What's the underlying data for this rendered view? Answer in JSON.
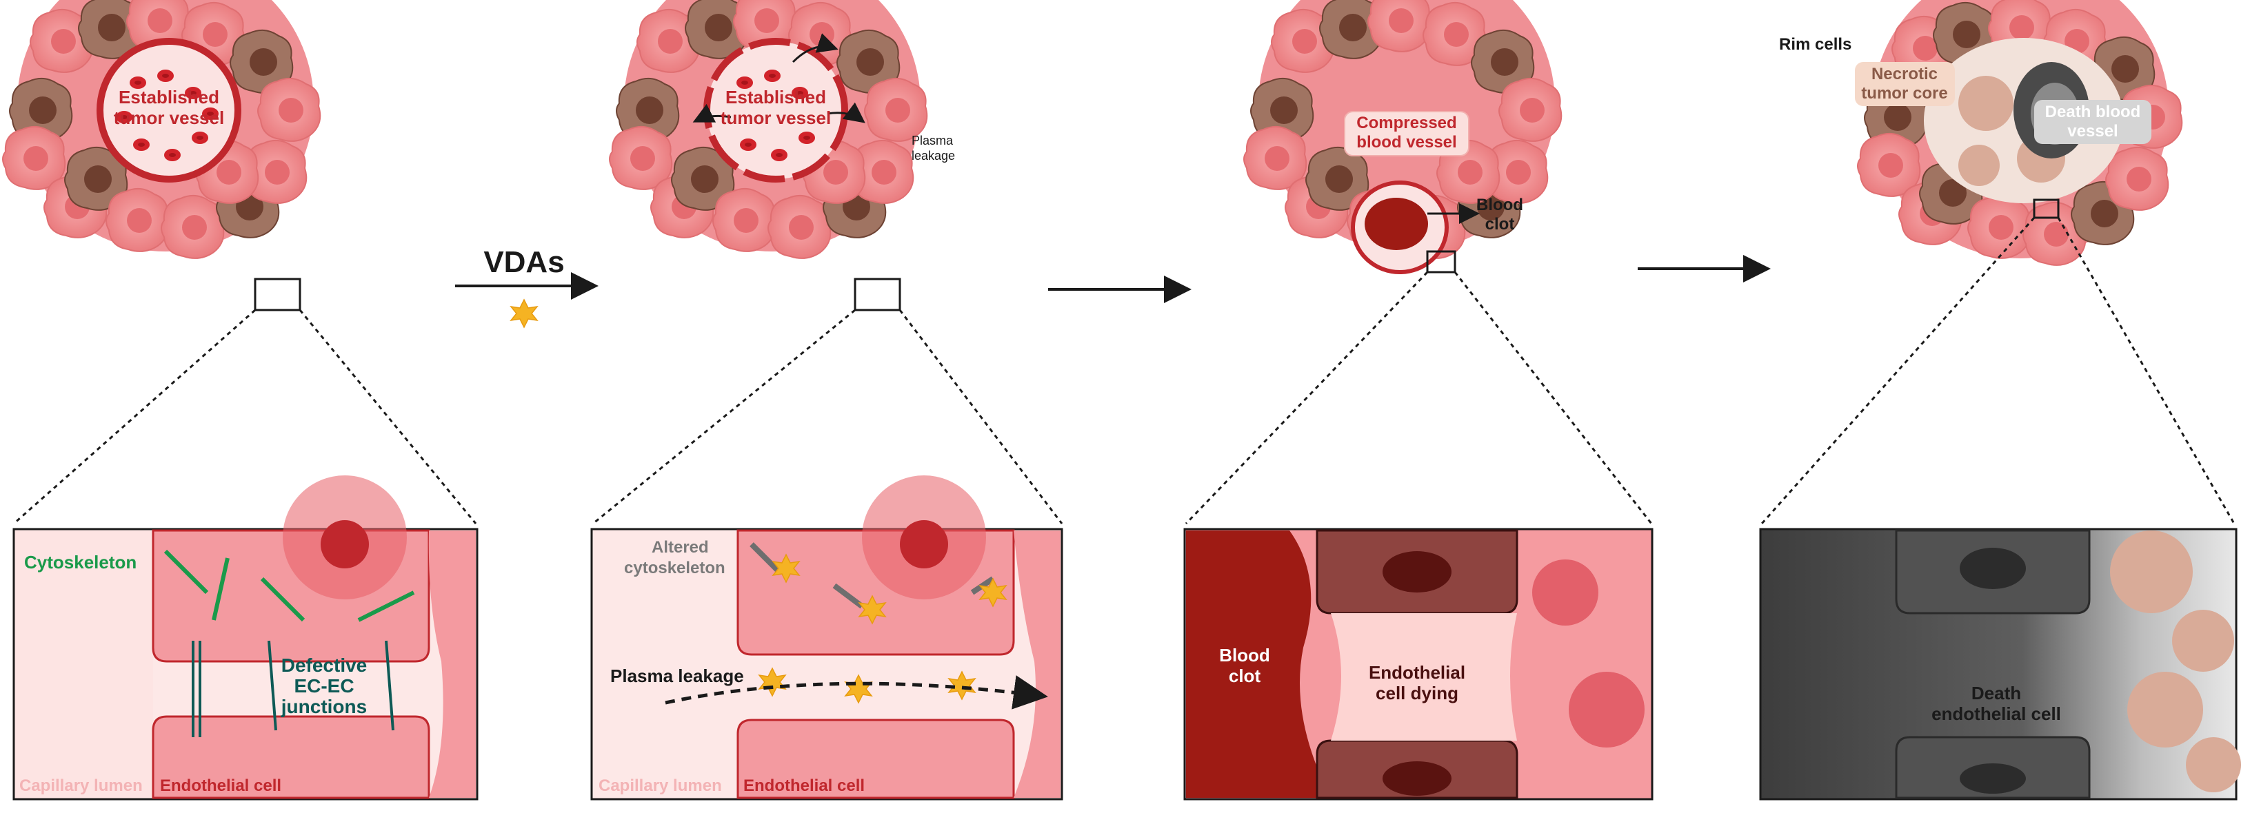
{
  "panel1": {
    "vessel_label_line1": "Established",
    "vessel_label_line2": "tumor vessel",
    "inset": {
      "cytoskeleton": "Cytoskeleton",
      "junction_line1": "Defective",
      "junction_line2": "EC-EC",
      "junction_line3": "junctions",
      "lumen": "Capillary lumen",
      "endothelial": "Endothelial cell"
    }
  },
  "transition": {
    "vdas": "VDAs"
  },
  "panel2": {
    "vessel_label_line1": "Established",
    "vessel_label_line2": "tumor vessel",
    "plasma_line1": "Plasma",
    "plasma_line2": "leakage",
    "inset": {
      "altered_line1": "Altered",
      "altered_line2": "cytoskeleton",
      "plasma_leakage": "Plasma leakage",
      "lumen": "Capillary lumen",
      "endothelial": "Endothelial cell"
    }
  },
  "panel3": {
    "compressed_line1": "Compressed",
    "compressed_line2": "blood vessel",
    "clot_line1": "Blood",
    "clot_line2": "clot",
    "inset": {
      "clot_line1": "Blood",
      "clot_line2": "clot",
      "dying_line1": "Endothelial",
      "dying_line2": "cell dying"
    }
  },
  "panel4": {
    "rim_cells": "Rim cells",
    "necrotic_line1": "Necrotic",
    "necrotic_line2": "tumor core",
    "death_vessel_line1": "Death blood",
    "death_vessel_line2": "vessel",
    "inset": {
      "death_line1": "Death",
      "death_line2": "endothelial cell"
    }
  },
  "colors": {
    "tumor_pink": "#f08a8c",
    "tumor_dark": "#8a5a48",
    "vessel_red": "#c0272d",
    "cytoskeleton_green": "#1a9a4a",
    "junction_teal": "#0e5a56",
    "star_yellow": "#f5b323",
    "clot_red": "#9e1b14"
  }
}
